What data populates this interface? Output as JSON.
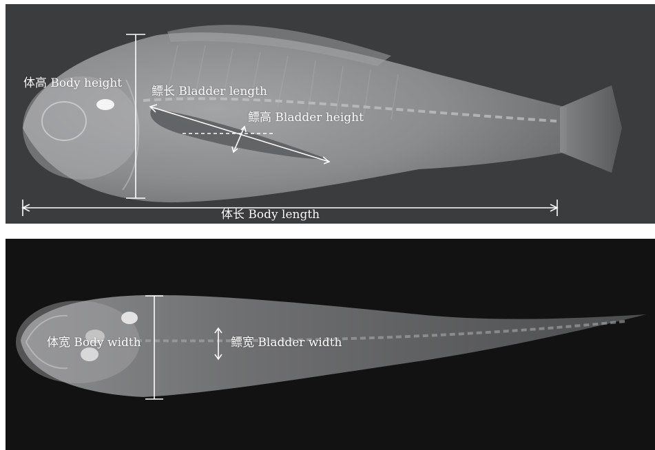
{
  "top_panel": {
    "label_body_height": "体高 Body height",
    "label_bladder_length": "鳔长 Bladder length",
    "label_bladder_height": "鳔高 Bladder height",
    "label_body_length": "体长 Body length"
  },
  "bottom_panel": {
    "label_body_width": "体宽 Body width",
    "label_bladder_width": "鳔宽 Bladder width"
  },
  "colors": {
    "top_background": "#3b3c3e",
    "bottom_background": "#121212",
    "annotation": "#ffffff"
  }
}
